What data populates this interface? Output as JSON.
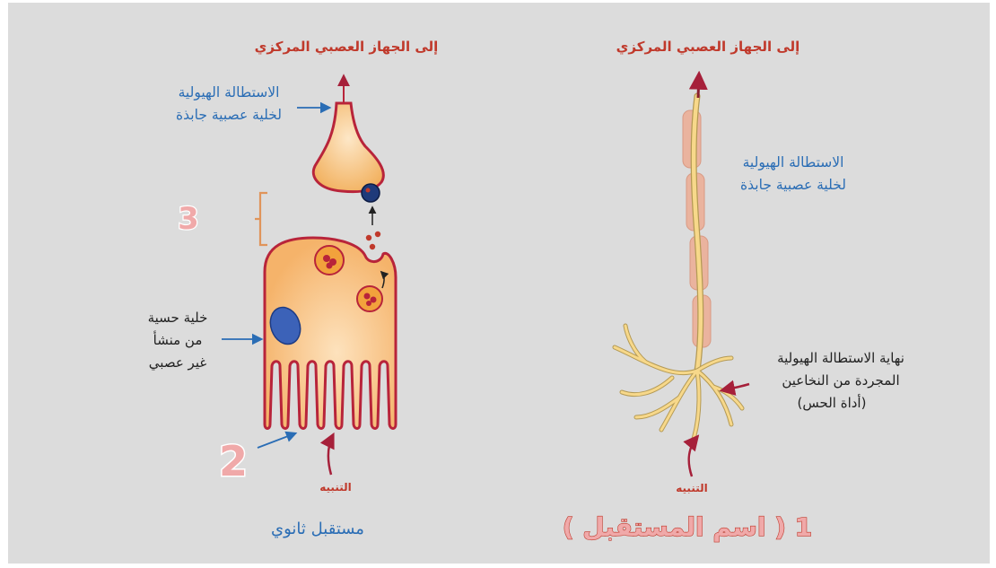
{
  "left_panel": {
    "top_label": "إلى الجهاز العصبي المركزي",
    "dendrite_label": [
      "الاستطالة الهيولية",
      "لخلية عصبية جابذة"
    ],
    "cell_label": [
      "خلية حسية",
      "من منشأ",
      "غير عصبي"
    ],
    "stimulus_label": "التنبيه",
    "caption": "مستقبل ثانوي",
    "number_3": "3",
    "number_2": "2"
  },
  "right_panel": {
    "top_label": "إلى الجهاز العصبي المركزي",
    "dendrite_label": [
      "الاستطالة الهيولية",
      "لخلية عصبية جابذة"
    ],
    "ending_label": [
      "نهاية الاستطالة الهيولية",
      "المجردة من النخاعين",
      "(أداة الحس)"
    ],
    "stimulus_label": "التنبيه",
    "caption": "1 ( اسم المستقبل )"
  },
  "colors": {
    "background": "#dcdcdc",
    "label_red": "#c0392b",
    "label_blue": "#2a6db5",
    "membrane": "#b8243a",
    "cytoplasm": "#f6c68a",
    "number_fill": "#f0a9a9"
  }
}
